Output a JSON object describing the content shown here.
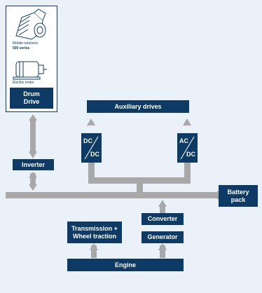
{
  "colors": {
    "background": "#eaf1f9",
    "box": "#0d3b66",
    "connector": "#a8a8a8",
    "text_on_box": "#ffffff"
  },
  "product_card": {
    "caption_line1": "Mobile solutions",
    "caption_line2": "500 series",
    "motor_caption": "Electric motor",
    "title_line1": "Drum",
    "title_line2": "Drive"
  },
  "blocks": {
    "auxiliary_drives": "Auxiliary drives",
    "inverter": "Inverter",
    "dc_dc": {
      "top": "DC",
      "bottom": "DC"
    },
    "ac_dc": {
      "top": "AC",
      "bottom": "DC"
    },
    "battery_line1": "Battery",
    "battery_line2": "pack",
    "converter": "Converter",
    "generator": "Generator",
    "transmission_line1": "Transmission +",
    "transmission_line2": "Wheel traction",
    "engine": "Engine"
  },
  "icons": [
    "motor-unit-icon",
    "electric-motor-icon"
  ]
}
